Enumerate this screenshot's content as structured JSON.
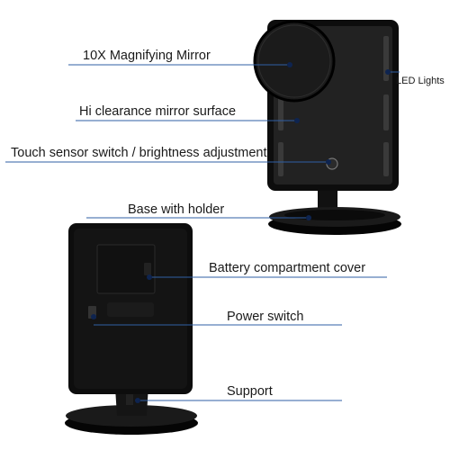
{
  "labels": {
    "magnifying_mirror": "10X Magnifying Mirror",
    "led_lights": "LED Lights",
    "mirror_surface": "Hi clearance mirror surface",
    "touch_sensor": "Touch sensor switch / brightness adjustment",
    "base_holder": "Base with holder",
    "battery_cover": "Battery compartment cover",
    "power_switch": "Power switch",
    "support": "Support"
  },
  "colors": {
    "leader_line": "#2f5fa5",
    "product_body": "#0d0d0d",
    "mirror_glass": "#1e1e1e",
    "text": "#1a1a1a"
  }
}
